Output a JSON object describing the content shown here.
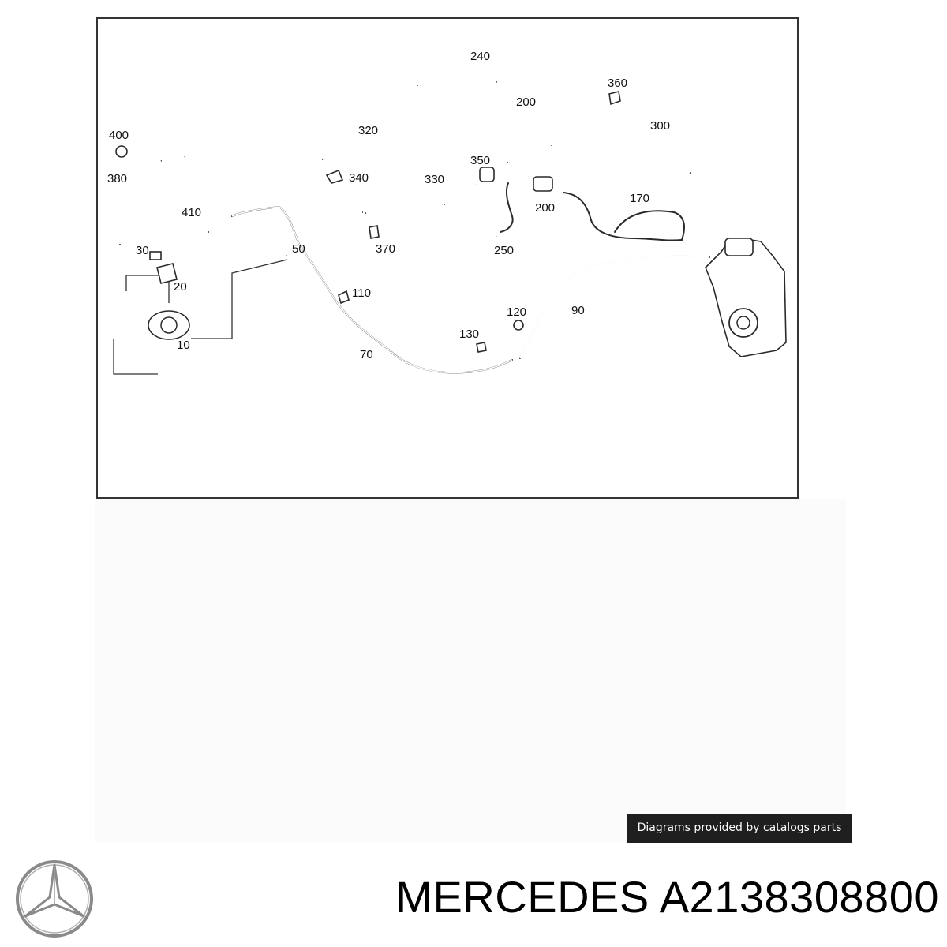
{
  "diagram": {
    "callouts": {
      "c240": "240",
      "c200a": "200",
      "c360": "360",
      "c300": "300",
      "c400": "400",
      "c320": "320",
      "c380": "380",
      "c350": "350",
      "c340": "340",
      "c330": "330",
      "c170": "170",
      "c410": "410",
      "c200b": "200",
      "c30": "30",
      "c50": "50",
      "c370": "370",
      "c250": "250",
      "c20": "20",
      "c110": "110",
      "c120": "120",
      "c90": "90",
      "c130": "130",
      "c10": "10",
      "c70": "70"
    }
  },
  "watermark": {
    "text": "Diagrams provided by catalogs parts"
  },
  "product": {
    "brand": "MERCEDES",
    "part_number": "A2138308800",
    "title": "MERCEDES A2138308800"
  },
  "logo": {
    "icon": "mercedes-star-icon",
    "color": "#8a8a8a"
  }
}
